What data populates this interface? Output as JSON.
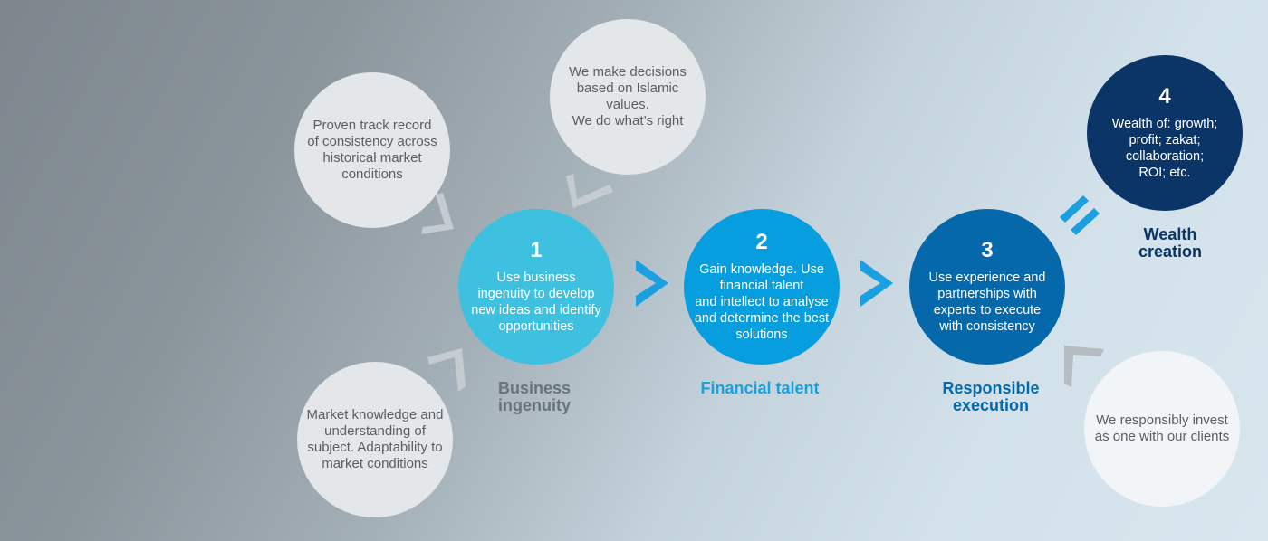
{
  "colors": {
    "step1": "#3ec0e0",
    "step2": "#069edf",
    "step3": "#0468ab",
    "step4": "#0a3566",
    "arrow_blue": "#1a9fe0",
    "chevron_grey": "#c4ccd2",
    "label_grey": "#6b737a"
  },
  "inputs": [
    {
      "text": "Proven track record\nof consistency across\nhistorical market\nconditions"
    },
    {
      "text": "We make decisions\nbased on Islamic values.\nWe do what’s right"
    },
    {
      "text": "Market knowledge and\nunderstanding of\nsubject. Adaptability to\nmarket conditions"
    },
    {
      "text": "We responsibly invest\nas one with our clients"
    }
  ],
  "steps": [
    {
      "number": "1",
      "text": "Use business\ningenuity to develop\nnew ideas and identify\nopportunities",
      "label": "Business\ningenuity"
    },
    {
      "number": "2",
      "text": "Gain knowledge. Use\nfinancial talent\nand intellect to analyse\nand determine the best\nsolutions",
      "label": "Financial talent"
    },
    {
      "number": "3",
      "text": "Use experience and\npartnerships with\nexperts to execute\nwith consistency",
      "label": "Responsible\nexecution"
    },
    {
      "number": "4",
      "text": "Wealth of: growth;\nprofit; zakat;\ncollaboration;\nROI; etc.",
      "label": "Wealth\ncreation"
    }
  ],
  "icons": {
    "flow_arrow": "chevron-right",
    "equals": "equals-sign",
    "input_chevron": "chevron"
  }
}
